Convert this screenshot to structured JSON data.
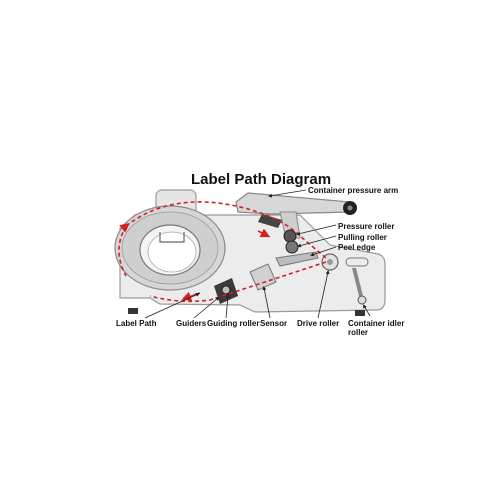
{
  "diagram": {
    "title": "Label Path Diagram",
    "labels": {
      "container_pressure_arm": "Container pressure arm",
      "pressure_roller": "Pressure roller",
      "pulling_roller": "Pulling roller",
      "peel_edge": "Peel edge",
      "label_path": "Label Path",
      "guiders": "Guiders",
      "guiding_roller": "Guiding roller",
      "sensor": "Sensor",
      "drive_roller": "Drive roller",
      "container_idler_roller_line1": "Container idler",
      "container_idler_roller_line2": "roller"
    },
    "colors": {
      "machine_fill": "#ececec",
      "machine_stroke": "#9a9a9a",
      "path_red": "#d42020",
      "dark_part": "#3a3a3a"
    }
  }
}
